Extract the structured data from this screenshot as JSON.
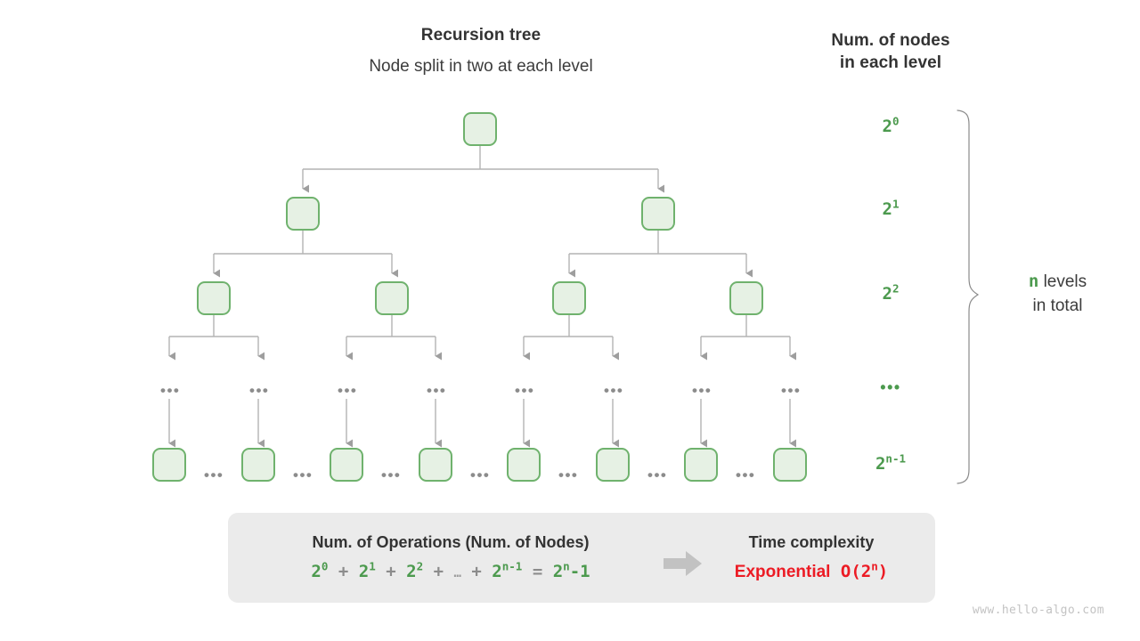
{
  "headings": {
    "tree_title": "Recursion tree",
    "tree_subtitle": "Node split in two at each level",
    "count_title_line1": "Num. of nodes",
    "count_title_line2": "in each level"
  },
  "colors": {
    "node_fill": "#e6f1e4",
    "node_border": "#6fb26d",
    "green_text": "#4c9a4e",
    "gray_text": "#8c8c8c",
    "dark_text": "#333333",
    "red_text": "#ec1b24",
    "panel_bg": "#ebebeb",
    "wire": "#b3b3b3",
    "watermark": "#c3c3c3"
  },
  "levels": [
    {
      "index": 0,
      "node_count_base": "2",
      "node_count_exp": "0",
      "nodes": 1
    },
    {
      "index": 1,
      "node_count_base": "2",
      "node_count_exp": "1",
      "nodes": 2
    },
    {
      "index": 2,
      "node_count_base": "2",
      "node_count_exp": "2",
      "nodes": 4
    },
    {
      "index": 3,
      "node_count_base": "",
      "node_count_exp": "",
      "ellipsis": "•••",
      "nodes": 8
    },
    {
      "index": 4,
      "node_count_base": "2",
      "node_count_exp": "n-1",
      "nodes": 8
    }
  ],
  "brace": {
    "n_symbol": "n",
    "line1_rest": "levels",
    "line2": "in total"
  },
  "ellipsis_text": "•••",
  "summary": {
    "left_heading": "Num. of Operations (Num. of Nodes)",
    "formula_terms": [
      "2",
      "2",
      "2",
      "2"
    ],
    "formula_exponents": [
      "0",
      "1",
      "2",
      "n-1"
    ],
    "formula_plain": "2⁰ + 2¹ + 2² + … + 2ⁿ⁻¹ = 2ⁿ-1",
    "formula_operator": "+",
    "formula_ellipsis": "…",
    "formula_equals": "=",
    "formula_result_base": "2",
    "formula_result_exp": "n",
    "formula_result_tail": "-1",
    "right_heading": "Time complexity",
    "complexity_label": "Exponential",
    "complexity_notation_base": "O(2",
    "complexity_notation_exp": "n",
    "complexity_notation_tail": ")"
  },
  "watermark": "www.hello-algo.com",
  "chart_data": {
    "type": "diagram",
    "title": "Recursion tree",
    "nodes_per_level": [
      1,
      2,
      4,
      8,
      8
    ],
    "level_labels": [
      "2^0",
      "2^1",
      "2^2",
      "...",
      "2^(n-1)"
    ],
    "total_levels": "n",
    "total_operations": "2^n - 1",
    "time_complexity": "O(2^n)"
  }
}
